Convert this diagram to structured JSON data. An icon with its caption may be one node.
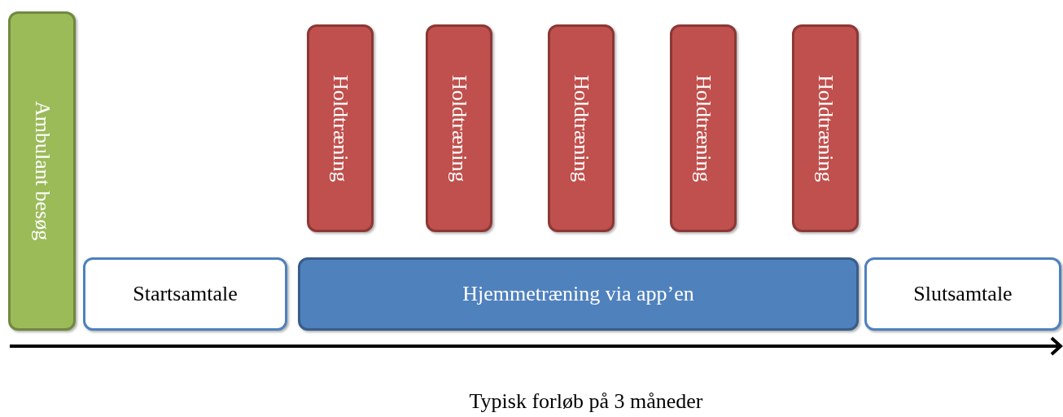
{
  "diagram": {
    "caption": "Typisk forløb på 3 måneder",
    "nodes": [
      {
        "text": [
          "Ambulant besøg"
        ]
      },
      {
        "text": [
          "Holdtræning"
        ]
      },
      {
        "text": [
          "Holdtræning"
        ]
      },
      {
        "text": [
          "Holdtræning"
        ]
      },
      {
        "text": [
          "Holdtræning"
        ]
      },
      {
        "text": [
          "Holdtræning"
        ]
      },
      {
        "text": [
          "Startsamtale"
        ]
      },
      {
        "text": [
          "Hjemmetræning via app’en"
        ]
      },
      {
        "text": [
          "Slutsamtale"
        ]
      }
    ]
  }
}
